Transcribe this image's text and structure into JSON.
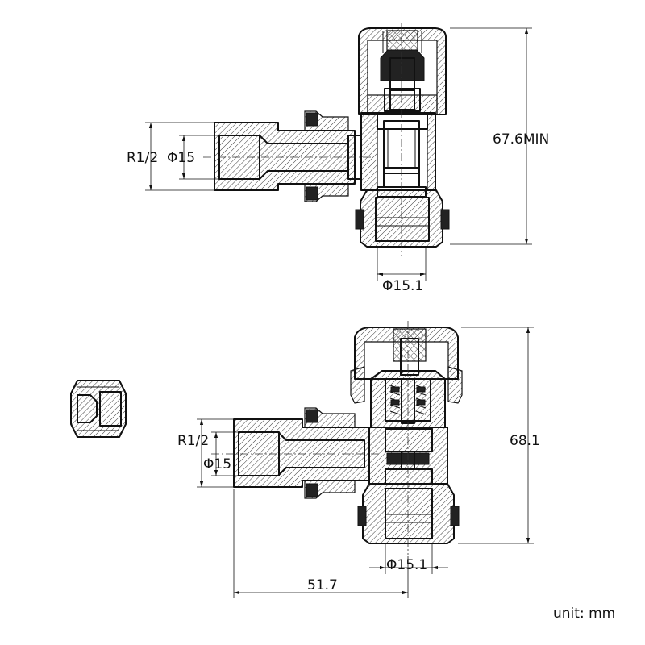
{
  "top_view": {
    "thread_label": "R1/2",
    "pipe_label": "Φ15",
    "outlet_label": "Φ15.1",
    "height_label": "67.6MIN"
  },
  "bottom_view": {
    "thread_label": "R1/2",
    "pipe_label": "Φ15",
    "outlet_label": "Φ15.1",
    "height_label": "68.1",
    "length_label": "51.7"
  },
  "unit_label": "unit: mm"
}
